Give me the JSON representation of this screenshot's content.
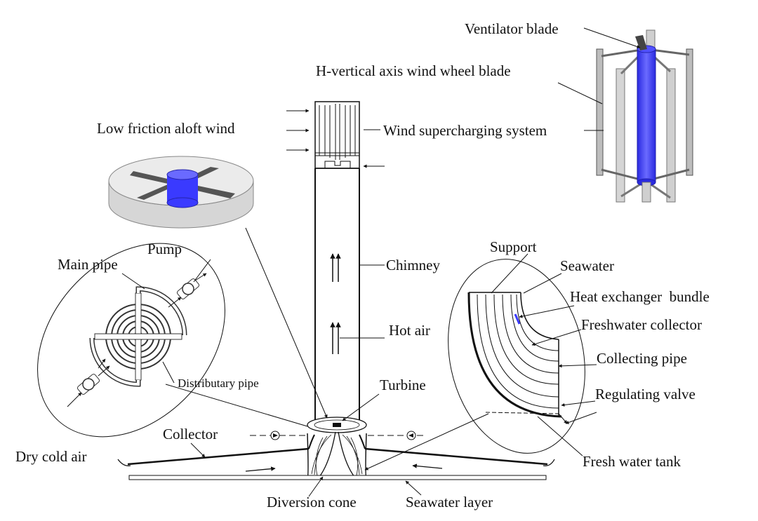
{
  "labels": {
    "ventilator_blade": "Ventilator blade",
    "h_vertical_blade": "H-vertical axis wind wheel blade",
    "low_friction_wind": "Low friction aloft wind",
    "wind_supercharging": "Wind supercharging system",
    "pump": "Pump",
    "main_pipe": "Main pipe",
    "distributary_pipe": "Distributary pipe",
    "chimney": "Chimney",
    "hot_air": "Hot air",
    "turbine": "Turbine",
    "collector": "Collector",
    "dry_cold_air": "Dry cold air",
    "diversion_cone": "Diversion cone",
    "seawater_layer": "Seawater layer",
    "support": "Support",
    "seawater": "Seawater",
    "heat_exchanger_bundle": "Heat exchanger  bundle",
    "freshwater_collector": "Freshwater collector",
    "collecting_pipe": "Collecting pipe",
    "regulating_valve": "Regulating valve",
    "fresh_water_tank": "Fresh water tank"
  },
  "colors": {
    "line": "#111111",
    "shaft_blue": "#3a3aff",
    "glass_gray": "#c8c8c8",
    "blade_gray": "#8a8a8a"
  }
}
